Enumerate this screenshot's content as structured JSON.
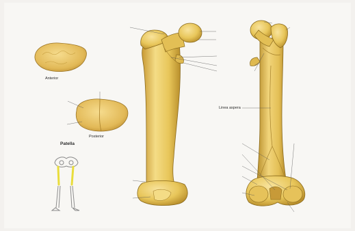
{
  "labels": {
    "patella_title": "Patella",
    "patella_anterior": "Anterior",
    "patella_posterior": "Posterior",
    "linea_aspera": "Linea aspera"
  },
  "colors": {
    "background": "#f3f1ee",
    "paper": "#f8f7f4",
    "bone_fill": "#e8c65a",
    "bone_light": "#f4dc86",
    "bone_shadow": "#b98f2c",
    "bone_outline": "#8a6a1c",
    "leader_line": "#555555",
    "skeleton_line": "#8a8a8a",
    "skeleton_highlight": "#e9dd3c"
  }
}
